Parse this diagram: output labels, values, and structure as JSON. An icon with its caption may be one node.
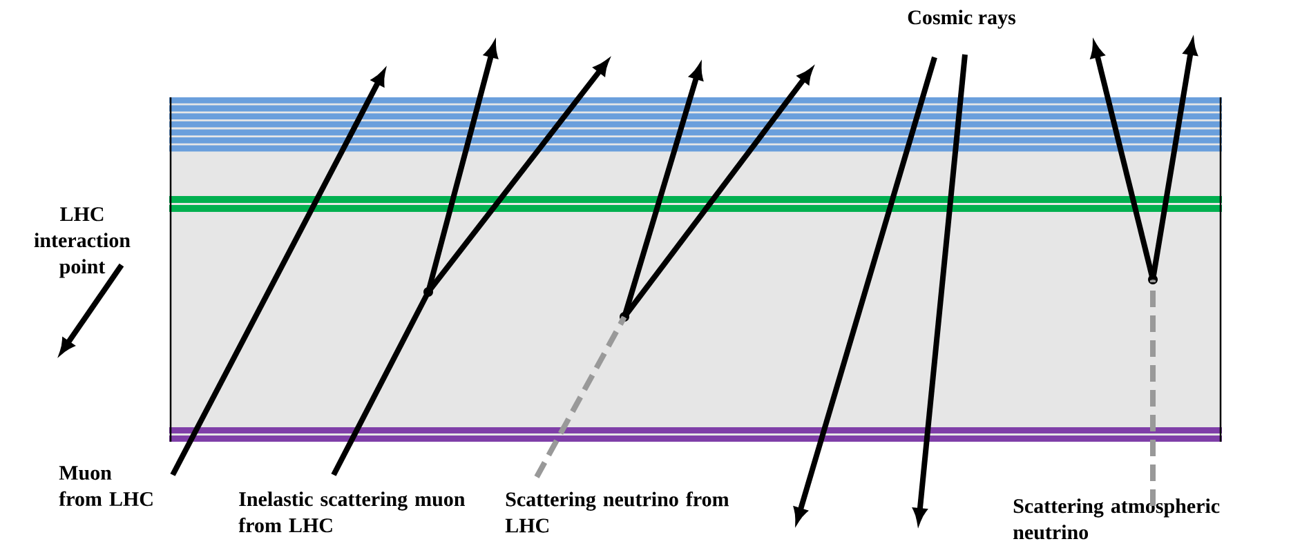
{
  "diagram": {
    "nodes": [
      {
        "text": [
          "Cosmic rays"
        ]
      },
      {
        "text": [
          "LHC interaction point"
        ]
      },
      {
        "text": [
          "Muon from LHC"
        ]
      },
      {
        "text": [
          "Inelastic scattering muon from LHC"
        ]
      },
      {
        "text": [
          "Scattering neutrino from LHC"
        ]
      },
      {
        "text": [
          "Scattering atmospheric neutrino"
        ]
      },
      {
        "text": [],
        "shape": "point"
      },
      {
        "text": [],
        "shape": "point"
      },
      {
        "text": [],
        "shape": "point"
      }
    ],
    "edges": [
      {
        "from": 0,
        "to": null,
        "arrow": "to"
      },
      {
        "from": 0,
        "to": null,
        "arrow": "to"
      },
      {
        "from": 1,
        "to": null,
        "arrow": "to"
      },
      {
        "from": 2,
        "to": null,
        "arrow": "to"
      },
      {
        "from": 3,
        "to": 6,
        "arrow": "none"
      },
      {
        "from": 6,
        "to": null,
        "arrow": "to"
      },
      {
        "from": 6,
        "to": null,
        "arrow": "to"
      },
      {
        "from": 4,
        "to": 7,
        "arrow": "none",
        "style": "dashed",
        "color": "#999999"
      },
      {
        "from": 7,
        "to": null,
        "arrow": "to"
      },
      {
        "from": 7,
        "to": null,
        "arrow": "to"
      },
      {
        "from": 5,
        "to": 8,
        "arrow": "none",
        "style": "dashed",
        "color": "#999999"
      },
      {
        "from": 8,
        "to": null,
        "arrow": "to"
      },
      {
        "from": 8,
        "to": null,
        "arrow": "to"
      }
    ]
  }
}
